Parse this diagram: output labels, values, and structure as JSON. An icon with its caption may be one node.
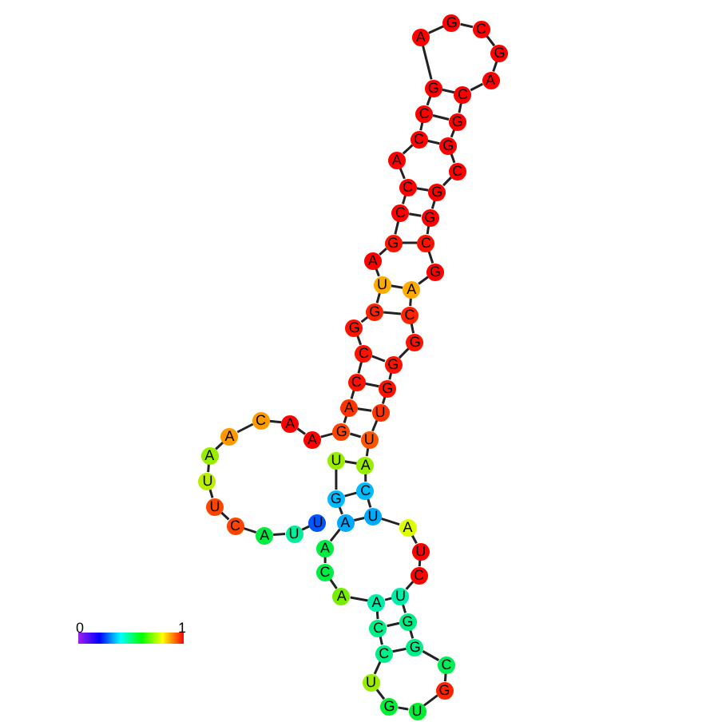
{
  "diagram": {
    "nodes": [
      {
        "text": [
          "U"
        ]
      },
      {
        "text": [
          "U"
        ]
      },
      {
        "text": [
          "A"
        ]
      },
      {
        "text": [
          "C"
        ]
      },
      {
        "text": [
          "U"
        ]
      },
      {
        "text": [
          "U"
        ]
      },
      {
        "text": [
          "A"
        ]
      },
      {
        "text": [
          "A"
        ]
      },
      {
        "text": [
          "C"
        ]
      },
      {
        "text": [
          "A"
        ]
      },
      {
        "text": [
          "A"
        ]
      },
      {
        "text": [
          "G"
        ]
      },
      {
        "text": [
          "A"
        ]
      },
      {
        "text": [
          "C"
        ]
      },
      {
        "text": [
          "C"
        ]
      },
      {
        "text": [
          "G"
        ]
      },
      {
        "text": [
          "G"
        ]
      },
      {
        "text": [
          "U"
        ]
      },
      {
        "text": [
          "A"
        ]
      },
      {
        "text": [
          "G"
        ]
      },
      {
        "text": [
          "C"
        ]
      },
      {
        "text": [
          "C"
        ]
      },
      {
        "text": [
          "A"
        ]
      },
      {
        "text": [
          "C"
        ]
      },
      {
        "text": [
          "C"
        ]
      },
      {
        "text": [
          "G"
        ]
      },
      {
        "text": [
          "A"
        ]
      },
      {
        "text": [
          "G"
        ]
      },
      {
        "text": [
          "C"
        ]
      },
      {
        "text": [
          "G"
        ]
      },
      {
        "text": [
          "A"
        ]
      },
      {
        "text": [
          "C"
        ]
      },
      {
        "text": [
          "G"
        ]
      },
      {
        "text": [
          "G"
        ]
      },
      {
        "text": [
          "C"
        ]
      },
      {
        "text": [
          "G"
        ]
      },
      {
        "text": [
          "G"
        ]
      },
      {
        "text": [
          "C"
        ]
      },
      {
        "text": [
          "G"
        ]
      },
      {
        "text": [
          "A"
        ]
      },
      {
        "text": [
          "C"
        ]
      },
      {
        "text": [
          "G"
        ]
      },
      {
        "text": [
          "G"
        ]
      },
      {
        "text": [
          "G"
        ]
      },
      {
        "text": [
          "U"
        ]
      },
      {
        "text": [
          "U"
        ]
      },
      {
        "text": [
          "A"
        ]
      },
      {
        "text": [
          "C"
        ]
      },
      {
        "text": [
          "U"
        ]
      },
      {
        "text": [
          "A"
        ]
      },
      {
        "text": [
          "U"
        ]
      },
      {
        "text": [
          "C"
        ]
      },
      {
        "text": [
          "U"
        ]
      },
      {
        "text": [
          "G"
        ]
      },
      {
        "text": [
          "G"
        ]
      },
      {
        "text": [
          "C"
        ]
      },
      {
        "text": [
          "G"
        ]
      },
      {
        "text": [
          "U"
        ]
      },
      {
        "text": [
          "G"
        ]
      },
      {
        "text": [
          "U"
        ]
      },
      {
        "text": [
          "C"
        ]
      },
      {
        "text": [
          "C"
        ]
      },
      {
        "text": [
          "A"
        ]
      },
      {
        "text": [
          "A"
        ]
      },
      {
        "text": [
          "C"
        ]
      },
      {
        "text": [
          "A"
        ]
      },
      {
        "text": [
          "A"
        ]
      },
      {
        "text": [
          "G"
        ]
      },
      {
        "text": [
          "U"
        ]
      }
    ],
    "edges": [
      {
        "from": 0,
        "to": 1,
        "arrow": "none"
      },
      {
        "from": 1,
        "to": 2,
        "arrow": "none"
      },
      {
        "from": 2,
        "to": 3,
        "arrow": "none"
      },
      {
        "from": 3,
        "to": 4,
        "arrow": "none"
      },
      {
        "from": 4,
        "to": 5,
        "arrow": "none"
      },
      {
        "from": 5,
        "to": 6,
        "arrow": "none"
      },
      {
        "from": 6,
        "to": 7,
        "arrow": "none"
      },
      {
        "from": 7,
        "to": 8,
        "arrow": "none"
      },
      {
        "from": 8,
        "to": 9,
        "arrow": "none"
      },
      {
        "from": 9,
        "to": 10,
        "arrow": "none"
      },
      {
        "from": 10,
        "to": 11,
        "arrow": "none"
      },
      {
        "from": 11,
        "to": 12,
        "arrow": "none"
      },
      {
        "from": 12,
        "to": 13,
        "arrow": "none"
      },
      {
        "from": 13,
        "to": 14,
        "arrow": "none"
      },
      {
        "from": 14,
        "to": 15,
        "arrow": "none"
      },
      {
        "from": 15,
        "to": 16,
        "arrow": "none"
      },
      {
        "from": 16,
        "to": 17,
        "arrow": "none"
      },
      {
        "from": 17,
        "to": 18,
        "arrow": "none"
      },
      {
        "from": 18,
        "to": 19,
        "arrow": "none"
      },
      {
        "from": 19,
        "to": 20,
        "arrow": "none"
      },
      {
        "from": 20,
        "to": 21,
        "arrow": "none"
      },
      {
        "from": 21,
        "to": 22,
        "arrow": "none"
      },
      {
        "from": 22,
        "to": 23,
        "arrow": "none"
      },
      {
        "from": 23,
        "to": 24,
        "arrow": "none"
      },
      {
        "from": 24,
        "to": 25,
        "arrow": "none"
      },
      {
        "from": 25,
        "to": 26,
        "arrow": "none"
      },
      {
        "from": 26,
        "to": 27,
        "arrow": "none"
      },
      {
        "from": 27,
        "to": 28,
        "arrow": "none"
      },
      {
        "from": 28,
        "to": 29,
        "arrow": "none"
      },
      {
        "from": 29,
        "to": 30,
        "arrow": "none"
      },
      {
        "from": 30,
        "to": 31,
        "arrow": "none"
      },
      {
        "from": 31,
        "to": 32,
        "arrow": "none"
      },
      {
        "from": 32,
        "to": 33,
        "arrow": "none"
      },
      {
        "from": 33,
        "to": 34,
        "arrow": "none"
      },
      {
        "from": 34,
        "to": 35,
        "arrow": "none"
      },
      {
        "from": 35,
        "to": 36,
        "arrow": "none"
      },
      {
        "from": 36,
        "to": 37,
        "arrow": "none"
      },
      {
        "from": 37,
        "to": 38,
        "arrow": "none"
      },
      {
        "from": 38,
        "to": 39,
        "arrow": "none"
      },
      {
        "from": 39,
        "to": 40,
        "arrow": "none"
      },
      {
        "from": 40,
        "to": 41,
        "arrow": "none"
      },
      {
        "from": 41,
        "to": 42,
        "arrow": "none"
      },
      {
        "from": 42,
        "to": 43,
        "arrow": "none"
      },
      {
        "from": 43,
        "to": 44,
        "arrow": "none"
      },
      {
        "from": 44,
        "to": 45,
        "arrow": "none"
      },
      {
        "from": 45,
        "to": 46,
        "arrow": "none"
      },
      {
        "from": 46,
        "to": 47,
        "arrow": "none"
      },
      {
        "from": 47,
        "to": 48,
        "arrow": "none"
      },
      {
        "from": 48,
        "to": 49,
        "arrow": "none"
      },
      {
        "from": 49,
        "to": 50,
        "arrow": "none"
      },
      {
        "from": 50,
        "to": 51,
        "arrow": "none"
      },
      {
        "from": 51,
        "to": 52,
        "arrow": "none"
      },
      {
        "from": 52,
        "to": 53,
        "arrow": "none"
      },
      {
        "from": 53,
        "to": 54,
        "arrow": "none"
      },
      {
        "from": 54,
        "to": 55,
        "arrow": "none"
      },
      {
        "from": 55,
        "to": 56,
        "arrow": "none"
      },
      {
        "from": 56,
        "to": 57,
        "arrow": "none"
      },
      {
        "from": 57,
        "to": 58,
        "arrow": "none"
      },
      {
        "from": 58,
        "to": 59,
        "arrow": "none"
      },
      {
        "from": 59,
        "to": 60,
        "arrow": "none"
      },
      {
        "from": 60,
        "to": 61,
        "arrow": "none"
      },
      {
        "from": 61,
        "to": 62,
        "arrow": "none"
      },
      {
        "from": 62,
        "to": 63,
        "arrow": "none"
      },
      {
        "from": 63,
        "to": 64,
        "arrow": "none"
      },
      {
        "from": 64,
        "to": 65,
        "arrow": "none"
      },
      {
        "from": 65,
        "to": 66,
        "arrow": "none"
      },
      {
        "from": 66,
        "to": 67,
        "arrow": "none"
      },
      {
        "from": 67,
        "to": 68,
        "arrow": "none"
      },
      {
        "from": 25,
        "to": 31,
        "arrow": "none"
      },
      {
        "from": 24,
        "to": 32,
        "arrow": "none"
      },
      {
        "from": 23,
        "to": 33,
        "arrow": "none"
      },
      {
        "from": 21,
        "to": 35,
        "arrow": "none"
      },
      {
        "from": 20,
        "to": 36,
        "arrow": "none"
      },
      {
        "from": 19,
        "to": 37,
        "arrow": "none"
      },
      {
        "from": 17,
        "to": 39,
        "arrow": "none"
      },
      {
        "from": 16,
        "to": 40,
        "arrow": "none"
      },
      {
        "from": 14,
        "to": 42,
        "arrow": "none"
      },
      {
        "from": 13,
        "to": 43,
        "arrow": "none"
      },
      {
        "from": 12,
        "to": 44,
        "arrow": "none"
      },
      {
        "from": 11,
        "to": 45,
        "arrow": "none"
      },
      {
        "from": 68,
        "to": 46,
        "arrow": "none"
      },
      {
        "from": 67,
        "to": 47,
        "arrow": "none"
      },
      {
        "from": 66,
        "to": 48,
        "arrow": "none"
      },
      {
        "from": 62,
        "to": 52,
        "arrow": "none"
      },
      {
        "from": 61,
        "to": 53,
        "arrow": "none"
      },
      {
        "from": 60,
        "to": 54,
        "arrow": "none"
      }
    ],
    "labels": [
      "0",
      "1"
    ]
  }
}
